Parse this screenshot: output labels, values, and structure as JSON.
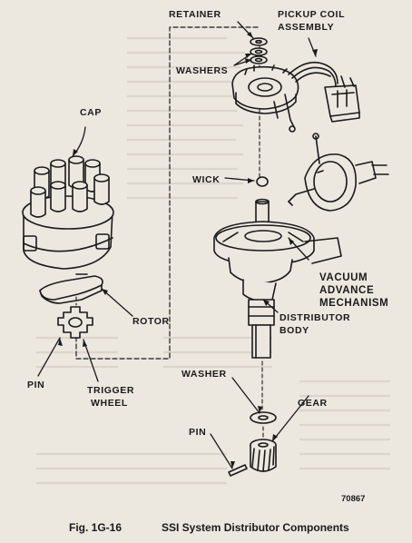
{
  "labels": {
    "retainer": "RETAINER",
    "pickup_coil_1": "PICKUP COIL",
    "pickup_coil_2": "ASSEMBLY",
    "washers": "WASHERS",
    "cap": "CAP",
    "wick": "WICK",
    "vacuum_1": "VACUUM",
    "vacuum_2": "ADVANCE",
    "vacuum_3": "MECHANISM",
    "rotor": "ROTOR",
    "distributor_1": "DISTRIBUTOR",
    "distributor_2": "BODY",
    "pin_left": "PIN",
    "trigger_1": "TRIGGER",
    "trigger_2": "WHEEL",
    "washer": "WASHER",
    "gear": "GEAR",
    "pin_bottom": "PIN"
  },
  "part_number": "70867",
  "caption": {
    "figure": "Fig. 1G-16",
    "title": "SSI System Distributor Components"
  },
  "colors": {
    "ink": "#1a1a1a",
    "paper": "#ece7df",
    "ghost_text": "#c9c2b7"
  }
}
